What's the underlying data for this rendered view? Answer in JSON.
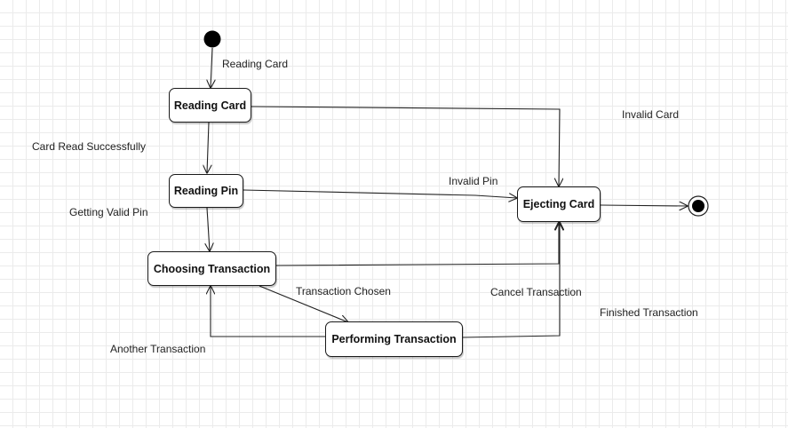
{
  "states": {
    "reading_card": "Reading Card",
    "reading_pin": "Reading Pin",
    "choosing_transaction": "Choosing Transaction",
    "performing_transaction": "Performing Transaction",
    "ejecting_card": "Ejecting Card"
  },
  "transitions": {
    "start_to_reading_card": "Reading Card",
    "card_read_successfully": "Card Read Successfully",
    "getting_valid_pin": "Getting Valid Pin",
    "invalid_card": "Invalid Card",
    "invalid_pin": "Invalid Pin",
    "transaction_chosen": "Transaction Chosen",
    "cancel_transaction": "Cancel Transaction",
    "finished_transaction": "Finished Transaction",
    "another_transaction": "Another Transaction"
  }
}
